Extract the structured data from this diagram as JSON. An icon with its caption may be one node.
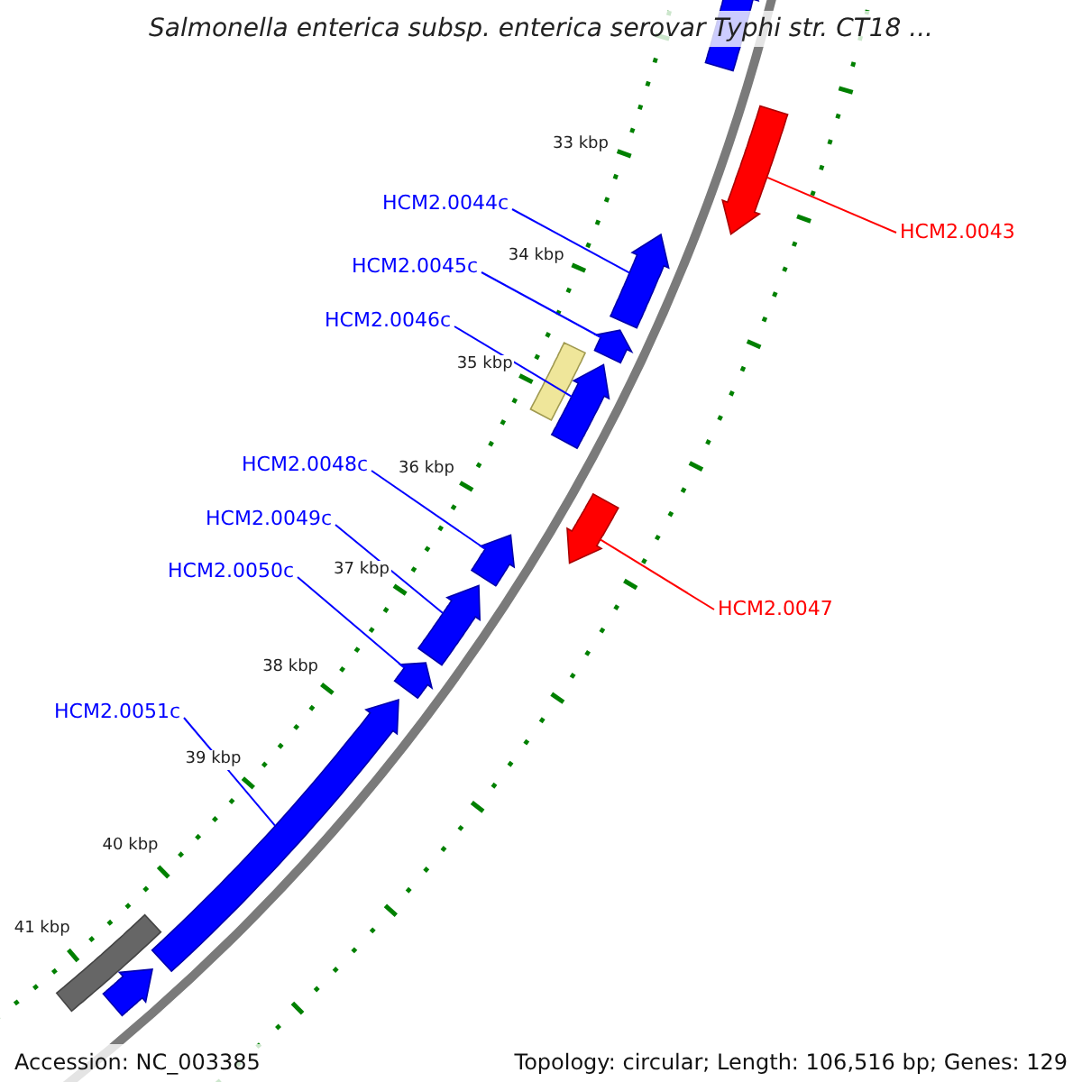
{
  "diagram": {
    "title": "Salmonella enterica subsp. enterica serovar Typhi str. CT18 ...",
    "nodes": [
      {
        "text": [
          "HCM2.0044c"
        ]
      },
      {
        "text": [
          "HCM2.0043"
        ]
      },
      {
        "text": [
          "HCM2.0045c"
        ]
      },
      {
        "text": [
          "HCM2.0046c"
        ]
      },
      {
        "text": [
          "HCM2.0047"
        ]
      },
      {
        "text": [
          "HCM2.0048c"
        ]
      },
      {
        "text": [
          "HCM2.0049c"
        ]
      },
      {
        "text": [
          "HCM2.0050c"
        ]
      },
      {
        "text": [
          "HCM2.0051c"
        ]
      },
      {
        "text": [],
        "shape": "arrow"
      },
      {
        "text": [],
        "shape": "arrow"
      },
      {
        "text": [],
        "shape": "arrow"
      },
      {
        "text": [],
        "shape": "arrow"
      },
      {
        "text": [],
        "shape": "bar"
      },
      {
        "text": [],
        "shape": "arrow"
      },
      {
        "text": [],
        "shape": "arrow"
      },
      {
        "text": [],
        "shape": "arrow"
      },
      {
        "text": [],
        "shape": "arrow"
      },
      {
        "text": [],
        "shape": "arrow"
      },
      {
        "text": [],
        "shape": "arrow"
      },
      {
        "text": [],
        "shape": "bar"
      },
      {
        "text": [],
        "shape": "arrow"
      }
    ],
    "edges": [
      {
        "from": 0,
        "to": 11,
        "arrow": "none"
      },
      {
        "from": 1,
        "to": 10,
        "arrow": "none",
        "color": "#ff0000"
      },
      {
        "from": 2,
        "to": 12,
        "arrow": "none"
      },
      {
        "from": 3,
        "to": 14,
        "arrow": "none"
      },
      {
        "from": 4,
        "to": 15,
        "arrow": "none",
        "color": "#ff0000"
      },
      {
        "from": 5,
        "to": 16,
        "arrow": "none"
      },
      {
        "from": 6,
        "to": 17,
        "arrow": "none"
      },
      {
        "from": 7,
        "to": 18,
        "arrow": "none"
      },
      {
        "from": 8,
        "to": 19,
        "arrow": "none"
      }
    ],
    "labels": [
      "33 kbp",
      "34 kbp",
      "35 kbp",
      "36 kbp",
      "37 kbp",
      "38 kbp",
      "39 kbp",
      "40 kbp",
      "41 kbp",
      "Accession: NC_003385",
      "Topology: circular; Length: 106,516 bp; Genes: 129"
    ]
  }
}
